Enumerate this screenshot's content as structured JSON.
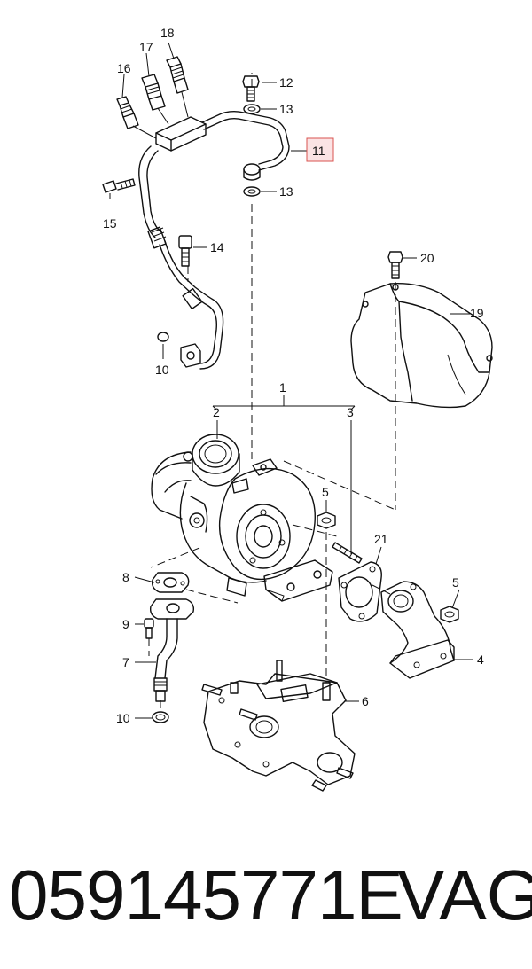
{
  "labels": {
    "l1": "1",
    "l2": "2",
    "l3": "3",
    "l4": "4",
    "l5a": "5",
    "l5b": "5",
    "l6": "6",
    "l7": "7",
    "l8": "8",
    "l9": "9",
    "l10a": "10",
    "l10b": "10",
    "l11": "11",
    "l12": "12",
    "l13a": "13",
    "l13b": "13",
    "l14": "14",
    "l15": "15",
    "l16": "16",
    "l17": "17",
    "l18": "18",
    "l19": "19",
    "l20": "20",
    "l21": "21"
  },
  "footer": {
    "part_number": "059145771E",
    "brand": "VAG"
  },
  "colors": {
    "highlight_fill": "#fbe3e4",
    "highlight_stroke": "#d9534f"
  }
}
